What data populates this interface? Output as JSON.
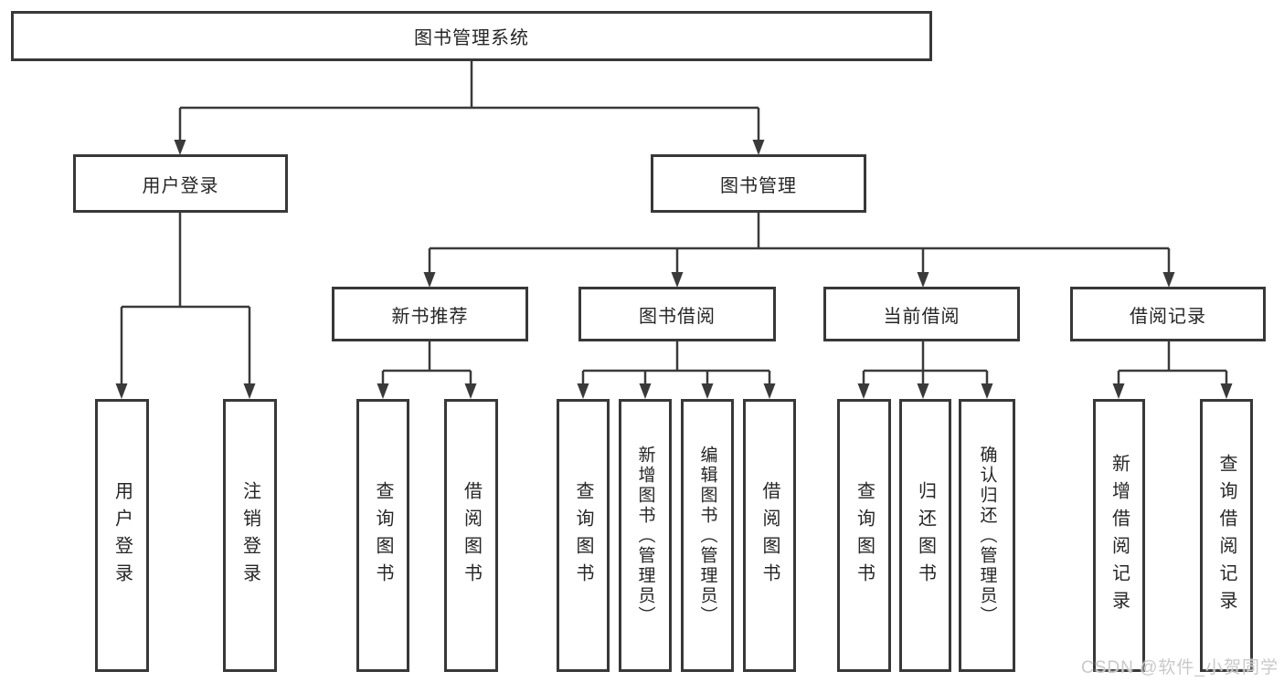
{
  "diagram": {
    "root": {
      "label": "图书管理系统"
    },
    "branches": [
      {
        "label": "用户登录",
        "children": [
          {
            "label": "用户登录"
          },
          {
            "label": "注销登录"
          }
        ]
      },
      {
        "label": "图书管理",
        "children": [
          {
            "label": "新书推荐",
            "children": [
              {
                "label": "查询图书"
              },
              {
                "label": "借阅图书"
              }
            ]
          },
          {
            "label": "图书借阅",
            "children": [
              {
                "label": "查询图书"
              },
              {
                "label": "新增图书（管理员）"
              },
              {
                "label": "编辑图书（管理员）"
              },
              {
                "label": "借阅图书"
              }
            ]
          },
          {
            "label": "当前借阅",
            "children": [
              {
                "label": "查询图书"
              },
              {
                "label": "归还图书"
              },
              {
                "label": "确认归还（管理员）"
              }
            ]
          },
          {
            "label": "借阅记录",
            "children": [
              {
                "label": "新增借阅记录"
              },
              {
                "label": "查询借阅记录"
              }
            ]
          }
        ]
      }
    ]
  },
  "watermark": {
    "text": "CSDN @软件_小贺同学"
  },
  "colors": {
    "line": "#3a3a3a",
    "box_border": "#383838",
    "box_fill": "#ffffff",
    "text": "#262626",
    "watermark": "#c9c9c9",
    "background": "#ffffff"
  }
}
